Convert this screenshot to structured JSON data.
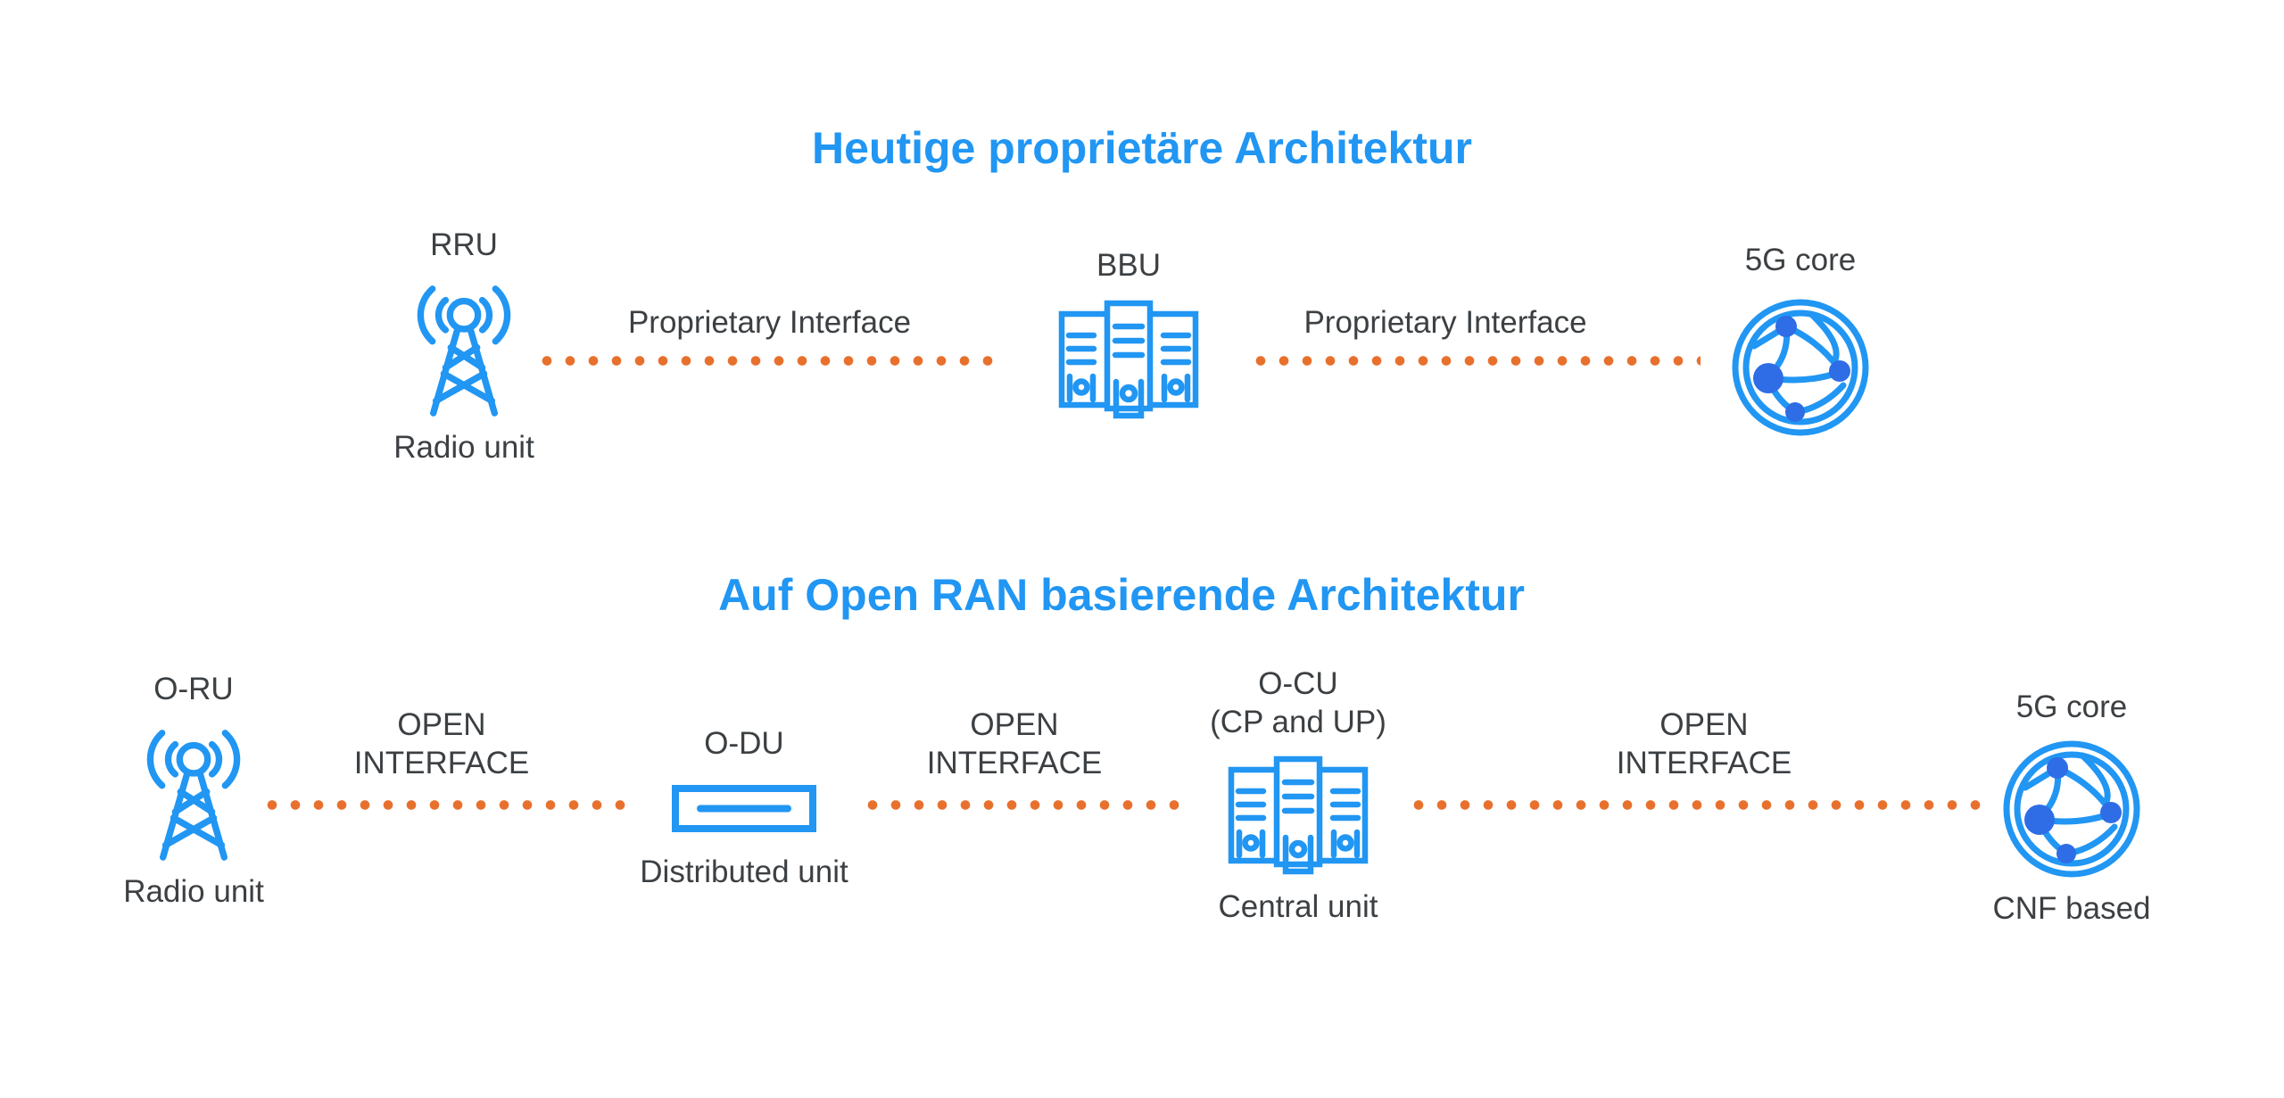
{
  "colors": {
    "title_blue": "#2196f3",
    "icon_blue": "#2196f3",
    "globe_node_blue": "#2e6de5",
    "dotted_line_orange": "#e8702d",
    "label_text": "#3c4043",
    "background": "#ffffff"
  },
  "sections": [
    {
      "title": "Heutige proprietäre Architektur",
      "nodes": [
        {
          "top_label": "RRU",
          "icon": "radio-tower-icon",
          "bottom_label": "Radio unit"
        },
        {
          "top_label": "BBU",
          "icon": "server-rack-icon"
        },
        {
          "top_label": "5G core",
          "icon": "network-globe-icon"
        }
      ],
      "connectors": [
        {
          "label": "Proprietary Interface"
        },
        {
          "label": "Proprietary Interface"
        }
      ]
    },
    {
      "title": "Auf Open RAN basierende Architektur",
      "nodes": [
        {
          "top_label": "O-RU",
          "icon": "radio-tower-icon",
          "bottom_label": "Radio unit"
        },
        {
          "top_label": "O-DU",
          "icon": "distributed-unit-icon",
          "bottom_label": "Distributed unit"
        },
        {
          "top_label": "O-CU",
          "top_sublabel": "(CP and UP)",
          "icon": "server-rack-icon",
          "bottom_label": "Central unit"
        },
        {
          "top_label": "5G core",
          "icon": "network-globe-icon",
          "bottom_label": "CNF based"
        }
      ],
      "connectors": [
        {
          "label": "OPEN\nINTERFACE"
        },
        {
          "label": "OPEN\nINTERFACE"
        },
        {
          "label": "OPEN\nINTERFACE"
        }
      ]
    }
  ]
}
